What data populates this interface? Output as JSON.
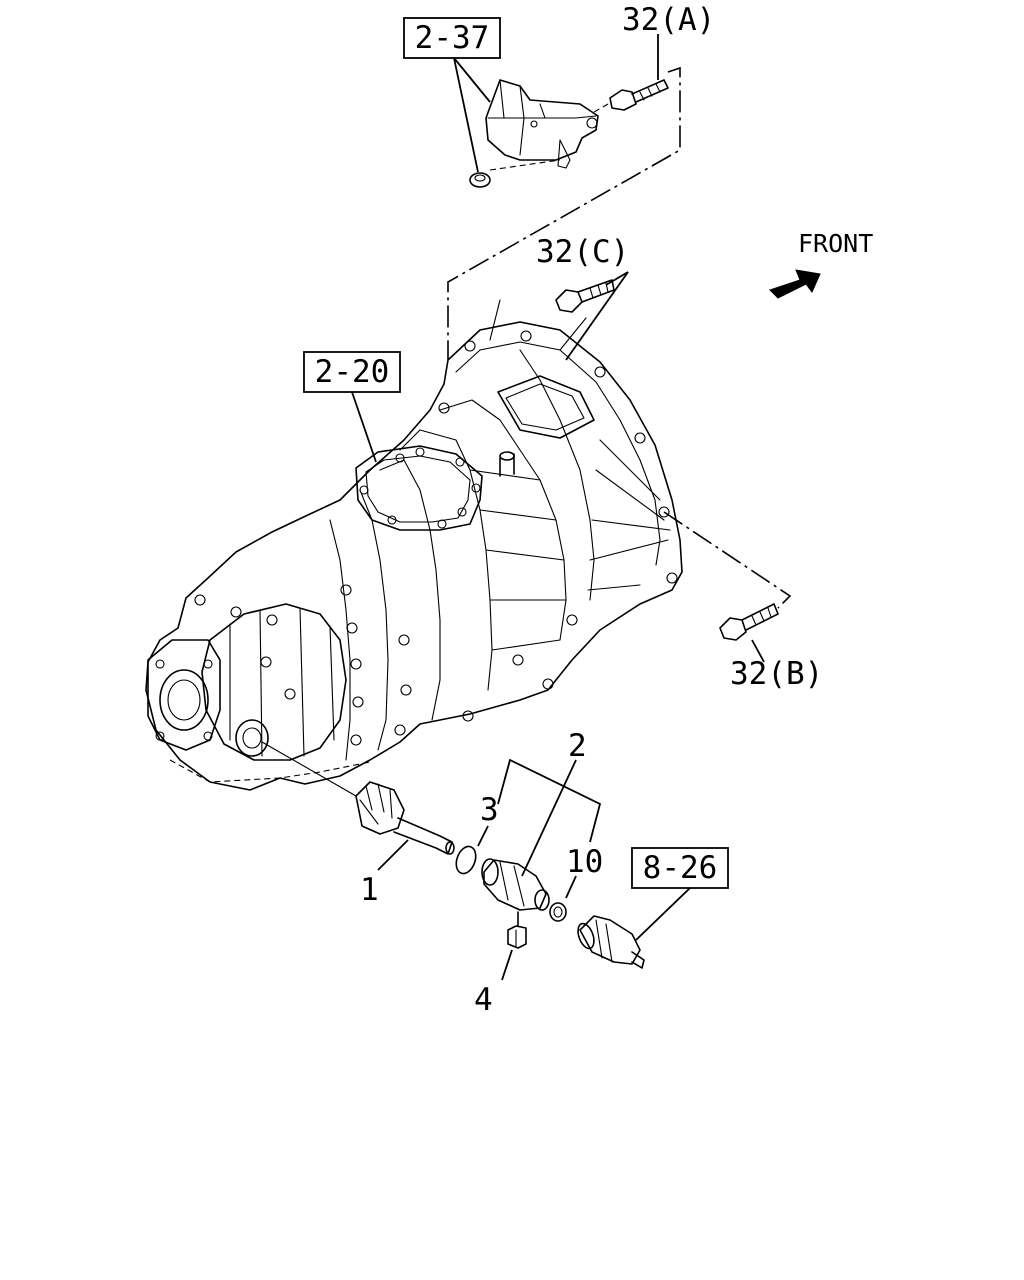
{
  "callouts": {
    "bracket_2_37": "2-37",
    "bracket_2_20": "2-20",
    "bracket_8_26": "8-26",
    "bolt_a": "32(A)",
    "bolt_b": "32(B)",
    "bolt_c": "32(C)",
    "part_1": "1",
    "part_2": "2",
    "part_3": "3",
    "part_4": "4",
    "part_10": "10"
  },
  "direction": {
    "label": "FRONT",
    "icon": "front-arrow-icon"
  }
}
